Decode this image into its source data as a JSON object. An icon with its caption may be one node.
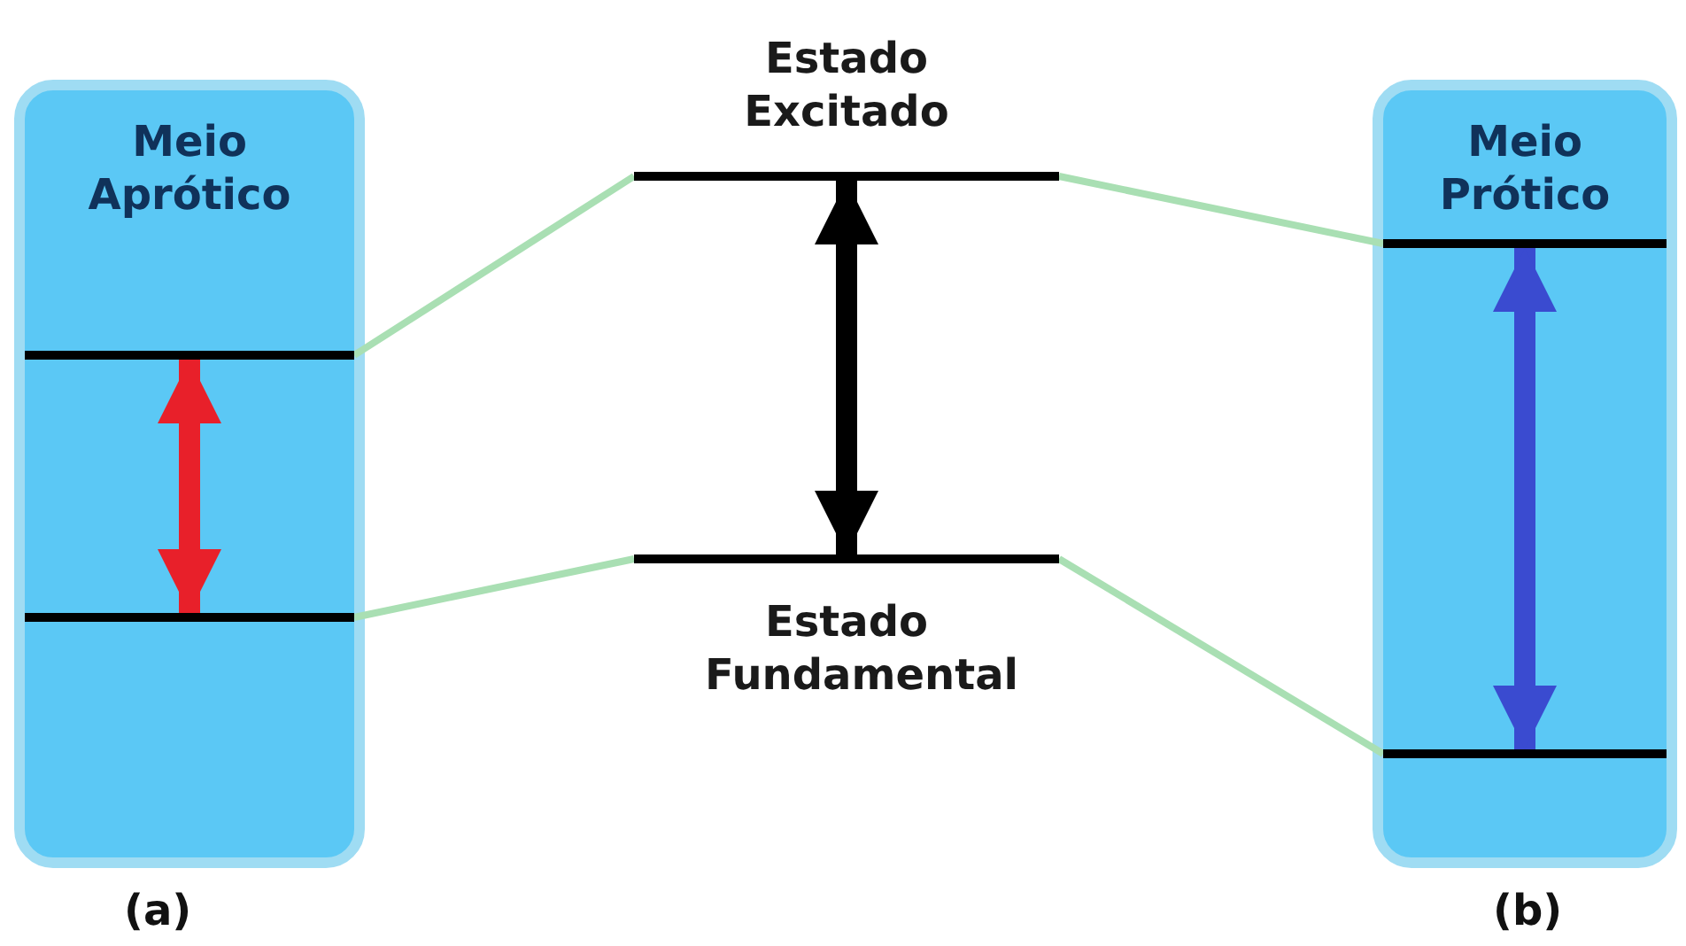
{
  "diagram": {
    "nodes": [
      {
        "text": [
          "Meio Aprótico"
        ],
        "beside": [
          "(a)"
        ]
      },
      {
        "text": [],
        "shape": "bar",
        "in": 0
      },
      {
        "text": [],
        "shape": "bar",
        "in": 0
      },
      {
        "text": [
          "Estado Excitado"
        ]
      },
      {
        "text": [
          "Estado Fundamental"
        ]
      },
      {
        "text": [
          "Meio Prótico"
        ],
        "beside": [
          "(b)"
        ]
      },
      {
        "text": [],
        "shape": "bar",
        "in": 5
      },
      {
        "text": [],
        "shape": "bar",
        "in": 5
      }
    ],
    "edges": [
      {
        "from": 3,
        "to": 1,
        "arrow": "none"
      },
      {
        "from": 4,
        "to": 2,
        "arrow": "none"
      },
      {
        "from": 3,
        "to": 6,
        "arrow": "none"
      },
      {
        "from": 4,
        "to": 7,
        "arrow": "none"
      },
      {
        "from": 1,
        "to": 2,
        "arrow": "both",
        "style": "thick",
        "color": "#e8202a"
      },
      {
        "from": 3,
        "to": 4,
        "arrow": "both",
        "style": "thick",
        "color": "#000000"
      },
      {
        "from": 6,
        "to": 7,
        "arrow": "both",
        "style": "thick",
        "color": "#3a4bd0"
      }
    ]
  }
}
